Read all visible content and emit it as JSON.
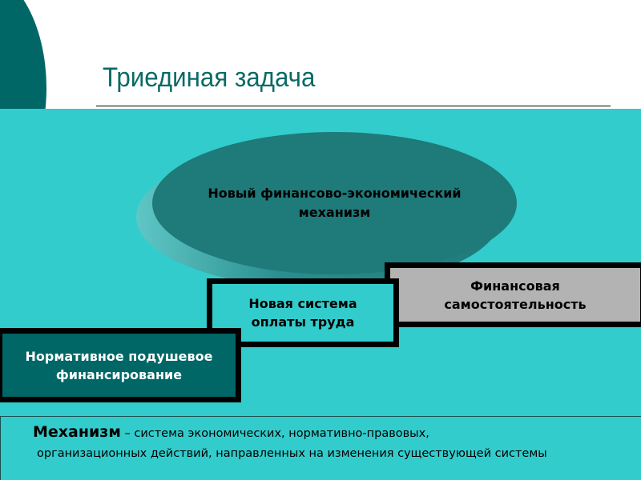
{
  "title": "Триединая задача",
  "ellipse": {
    "line1": "Новый финансово-экономический",
    "line2": "механизм"
  },
  "boxes": {
    "finance": {
      "line1": "Финансовая",
      "line2": "самостоятельность"
    },
    "pay": {
      "line1": "Новая система",
      "line2": "оплаты труда"
    },
    "norm": {
      "line1": "Нормативное подушевое",
      "line2": "финансирование"
    }
  },
  "definition": {
    "term": "Механизм",
    "line1": " – система экономических, нормативно-правовых,",
    "line2": "организационных действий, направленных на изменения существующей системы"
  },
  "colors": {
    "band": "#33CCCC",
    "dark": "#006666",
    "ellipse": "#1F7A7A",
    "gray": "#B3B3B3"
  }
}
